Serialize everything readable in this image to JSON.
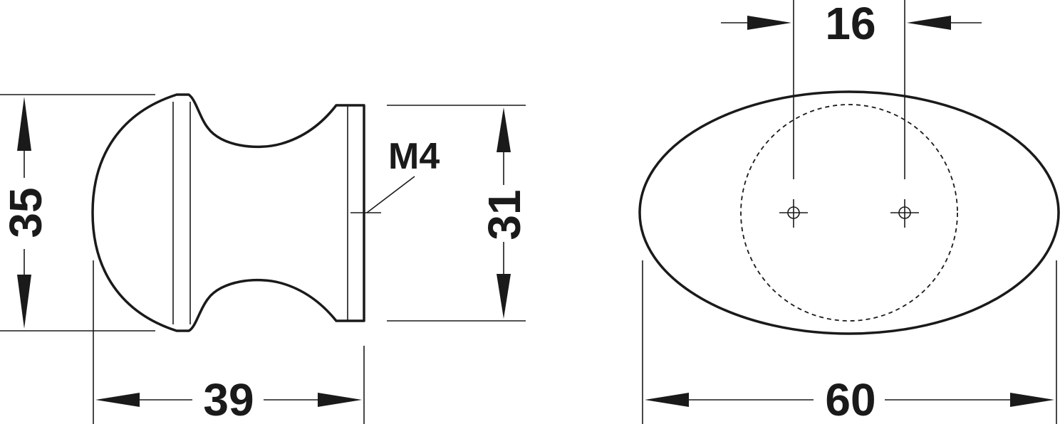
{
  "dimensions": {
    "knob_height": "35",
    "knob_length": "39",
    "base_diameter": "31",
    "thread": "M4",
    "hole_spacing": "16",
    "knob_width": "60"
  }
}
